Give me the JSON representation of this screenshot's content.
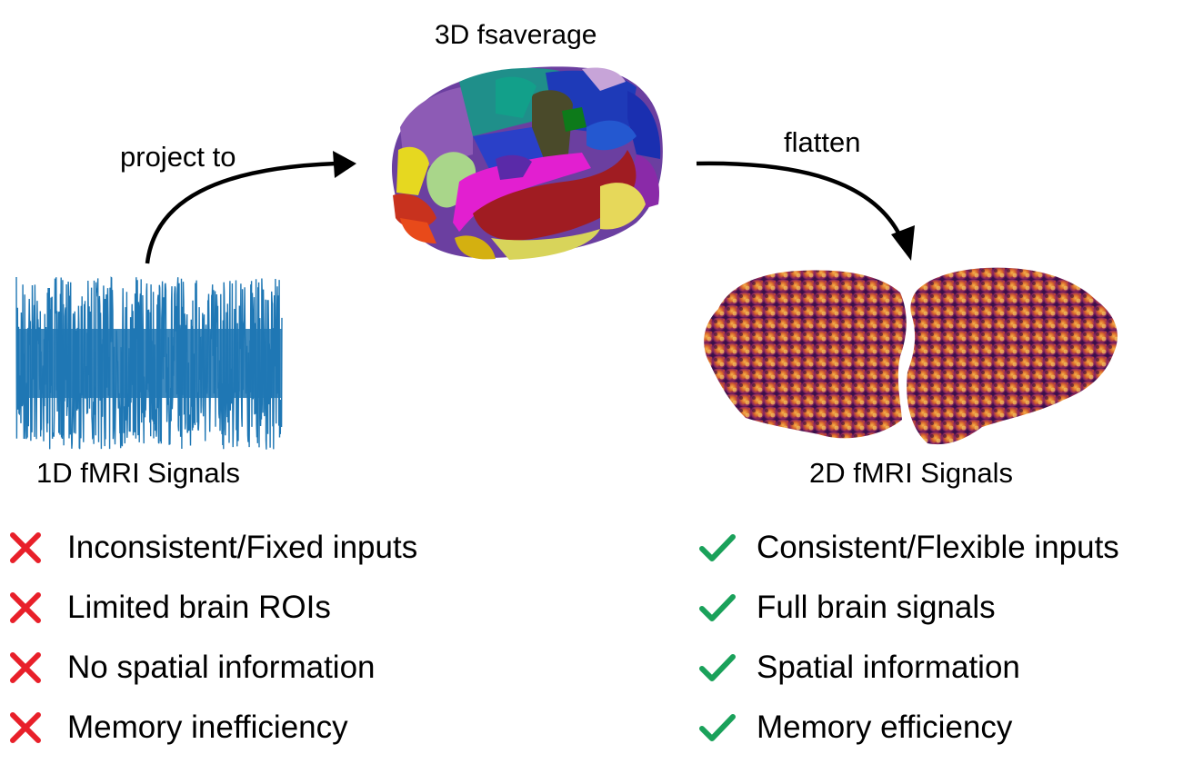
{
  "brain": {
    "title": "3D fsaverage"
  },
  "arrows": {
    "project_label": "project to",
    "flatten_label": "flatten"
  },
  "signals": {
    "one_d_label": "1D fMRI Signals",
    "two_d_label": "2D fMRI Signals"
  },
  "colors": {
    "signal": "#1f77b4",
    "cross": "#e8202a",
    "check": "#1aa15a"
  },
  "cons": {
    "icon": "cross-icon",
    "items": [
      {
        "label": "Inconsistent/Fixed inputs"
      },
      {
        "label": "Limited brain ROIs"
      },
      {
        "label": "No spatial information"
      },
      {
        "label": "Memory inefficiency"
      }
    ]
  },
  "pros": {
    "icon": "check-icon",
    "items": [
      {
        "label": "Consistent/Flexible inputs"
      },
      {
        "label": "Full brain signals"
      },
      {
        "label": "Spatial information"
      },
      {
        "label": "Memory efficiency"
      }
    ]
  }
}
